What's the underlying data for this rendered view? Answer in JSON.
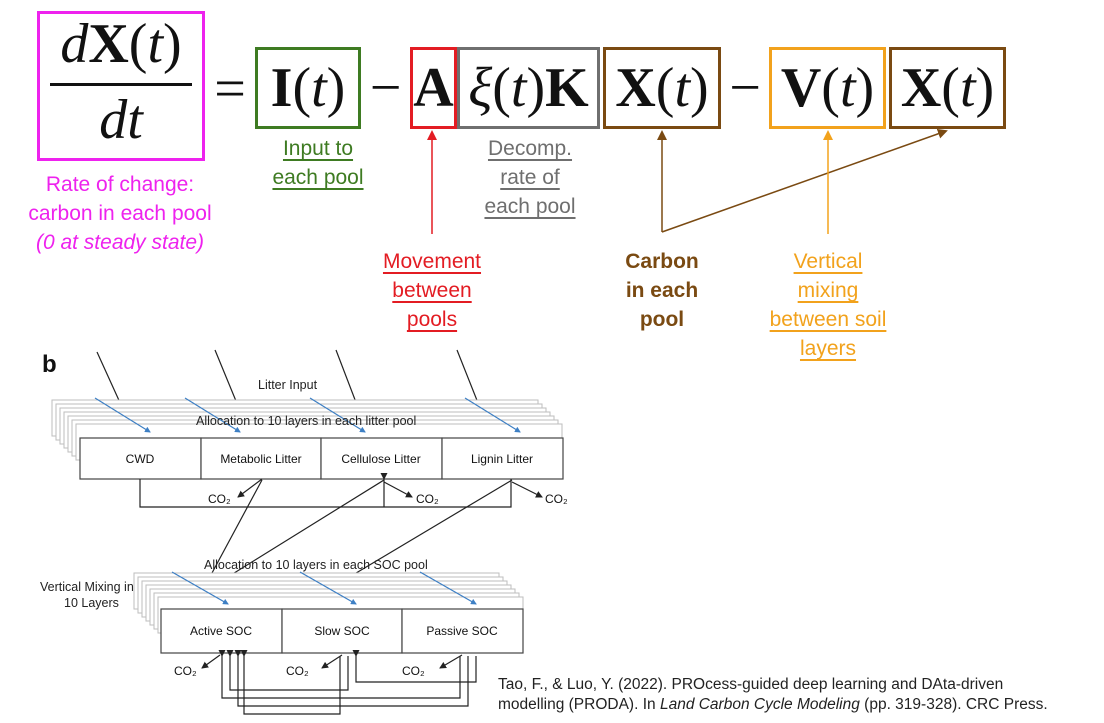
{
  "equation": {
    "lhs_numerator": "dX(t)",
    "lhs_denominator": "dt",
    "equals": "=",
    "input_term": "I(t)",
    "minus": "−",
    "a_term": "A",
    "xi_term": "ξ(t)K",
    "x_term": "X(t)",
    "v_term": "V(t)",
    "x_term2": "X(t)"
  },
  "labels": {
    "rate": [
      "Rate of change:",
      "carbon in each pool",
      "(0 at steady state)"
    ],
    "input": [
      "Input to",
      "each pool"
    ],
    "decomp": [
      "Decomp.",
      "rate of",
      "each pool"
    ],
    "movement": [
      "Movement",
      "between",
      "pools"
    ],
    "carbon": [
      "Carbon",
      "in each",
      "pool"
    ],
    "vertical": [
      "Vertical",
      "mixing",
      "between soil",
      "layers"
    ]
  },
  "colors": {
    "magenta": "#ee22ee",
    "green": "#3e7b22",
    "red": "#e31c23",
    "gray": "#6f6f6f",
    "brown": "#7a4a12",
    "orange": "#f2a21c",
    "diagram_blue": "#3d7fc4"
  },
  "figure": {
    "panel_letter": "b",
    "litter_input": "Litter Input",
    "alloc_litter": "Allocation to 10 layers in each litter pool",
    "litter_pools": [
      "CWD",
      "Metabolic Litter",
      "Cellulose Litter",
      "Lignin Litter"
    ],
    "co2": "CO₂",
    "alloc_soc": "Allocation to 10 layers in each SOC pool",
    "vertical_mixing": [
      "Vertical Mixing in",
      "10 Layers"
    ],
    "soc_pools": [
      "Active SOC",
      "Slow SOC",
      "Passive SOC"
    ]
  },
  "citation": {
    "line1": "Tao, F., & Luo, Y. (2022). PROcess-guided deep learning and DAta-driven",
    "line2_pre": "modelling (PRODA). In ",
    "line2_italic": "Land Carbon Cycle Modeling",
    "line2_post": " (pp. 319-328). CRC Press."
  }
}
